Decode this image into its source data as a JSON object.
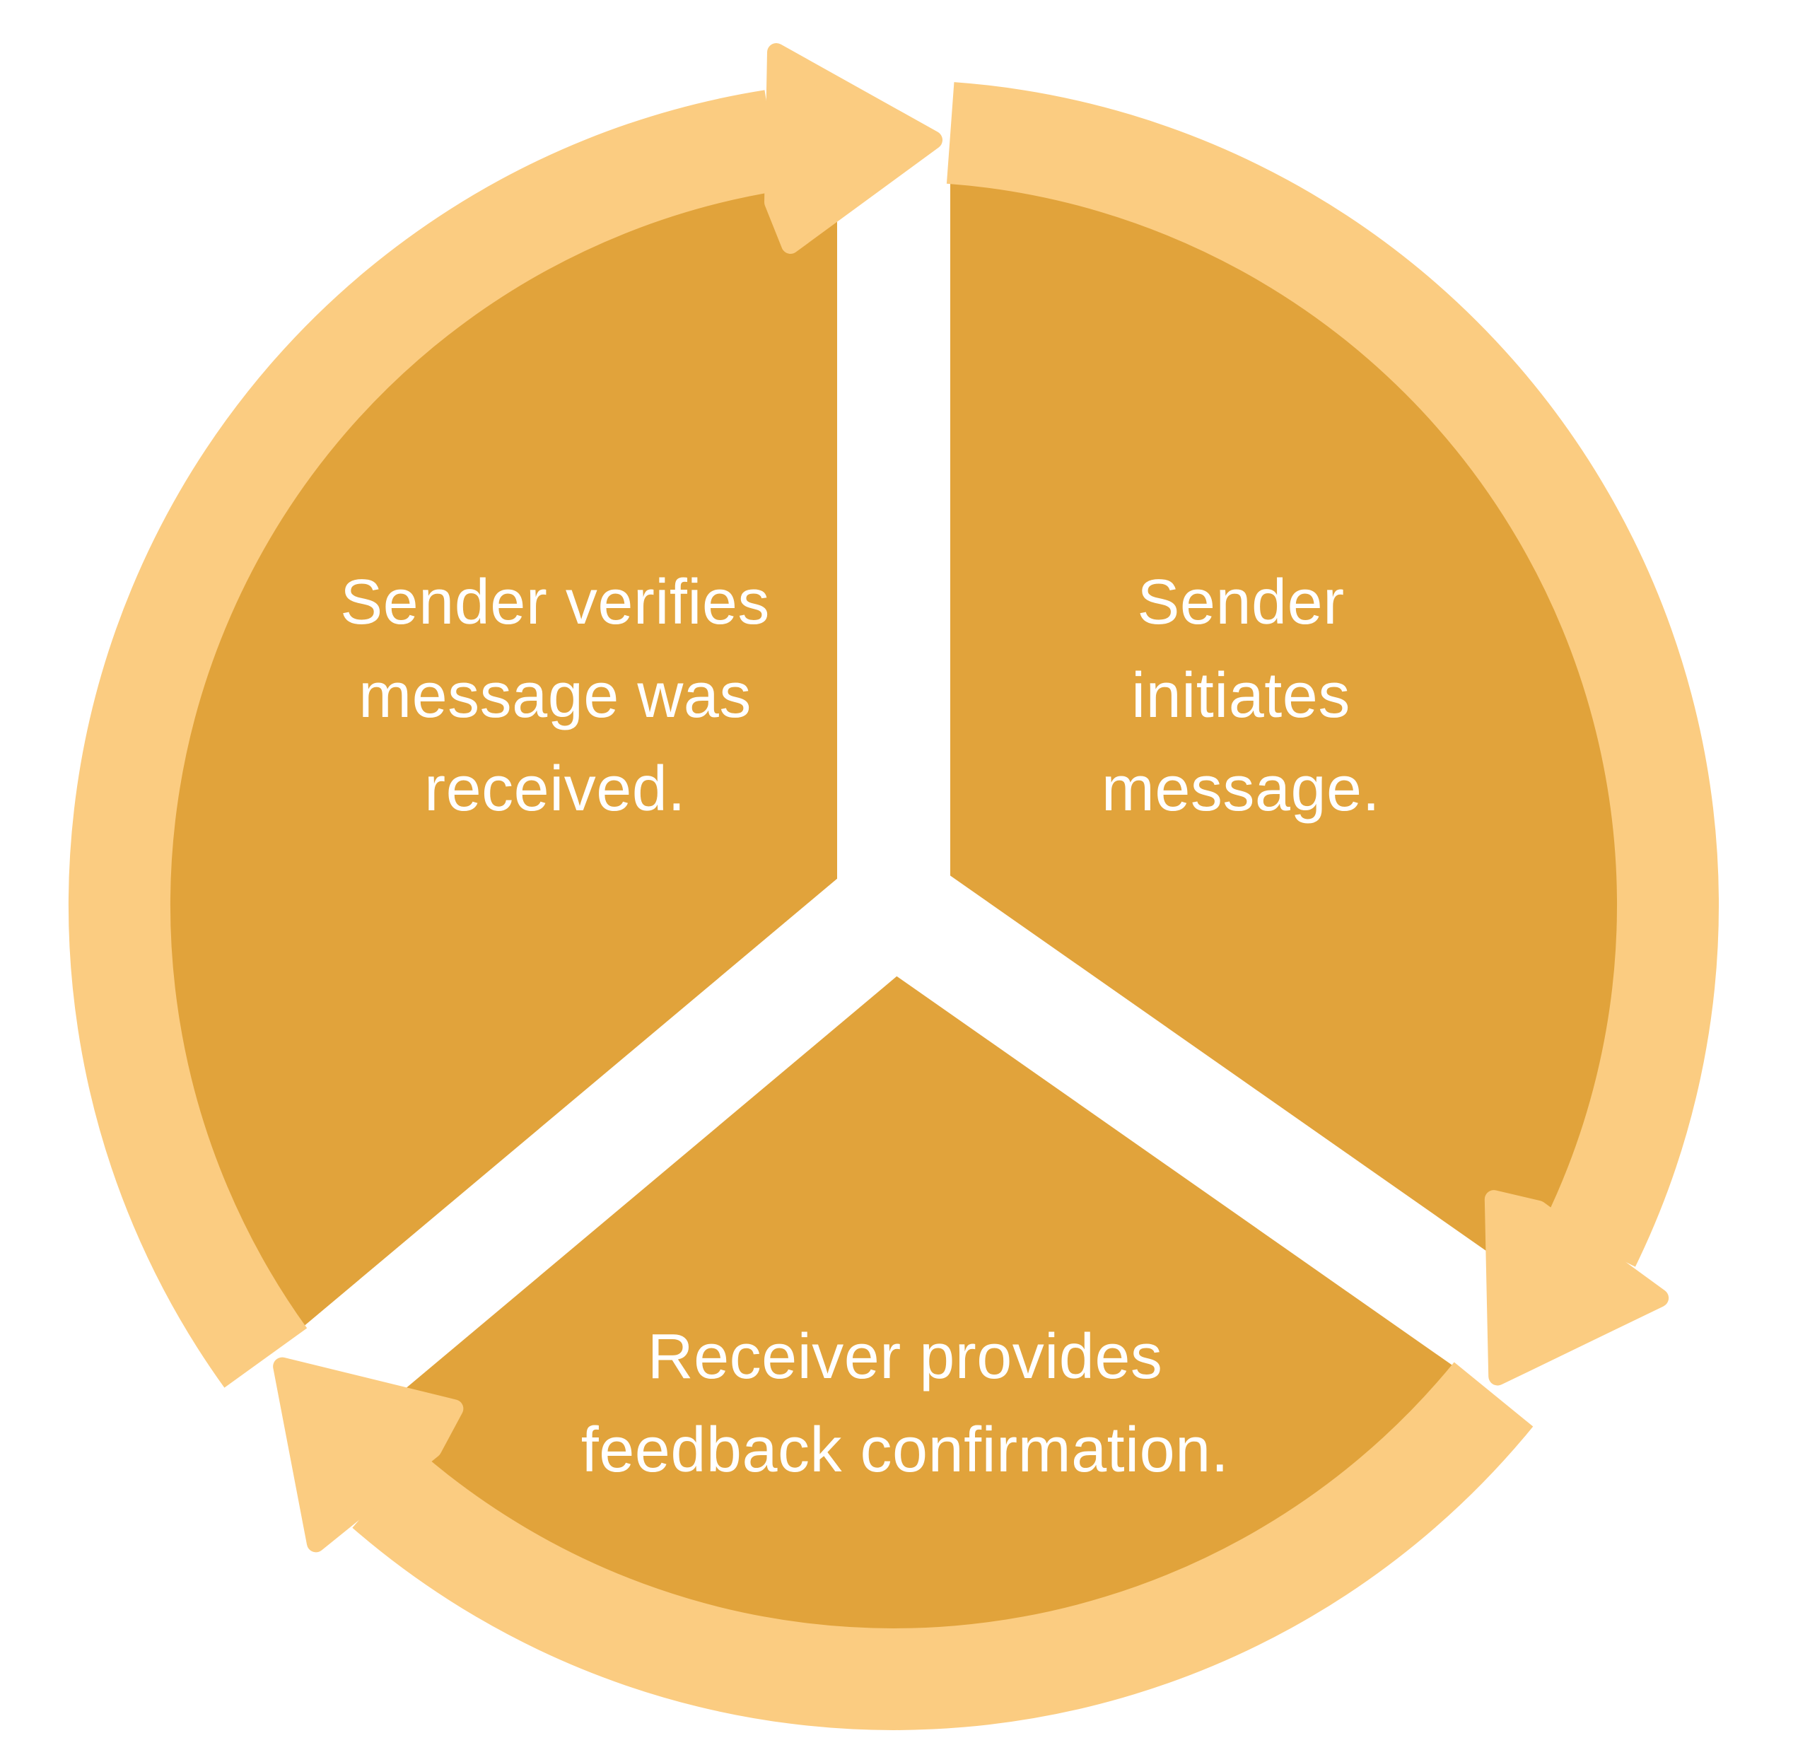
{
  "diagram": {
    "type": "cycle",
    "direction": "clockwise",
    "step_count": 3,
    "steps": [
      {
        "position": "right",
        "lines": [
          "Sender",
          "initiates",
          "message."
        ]
      },
      {
        "position": "bottom",
        "lines": [
          "Receiver provides",
          "feedback confirmation."
        ]
      },
      {
        "position": "left",
        "lines": [
          "Sender verifies",
          "message was",
          "received."
        ]
      }
    ],
    "colors": {
      "wedge": "#E1A33B",
      "arrow_ring": "#FBCC81",
      "divider": "#FFFFFF",
      "label_text": "#FFFFFF",
      "background": "#FFFFFF"
    }
  }
}
